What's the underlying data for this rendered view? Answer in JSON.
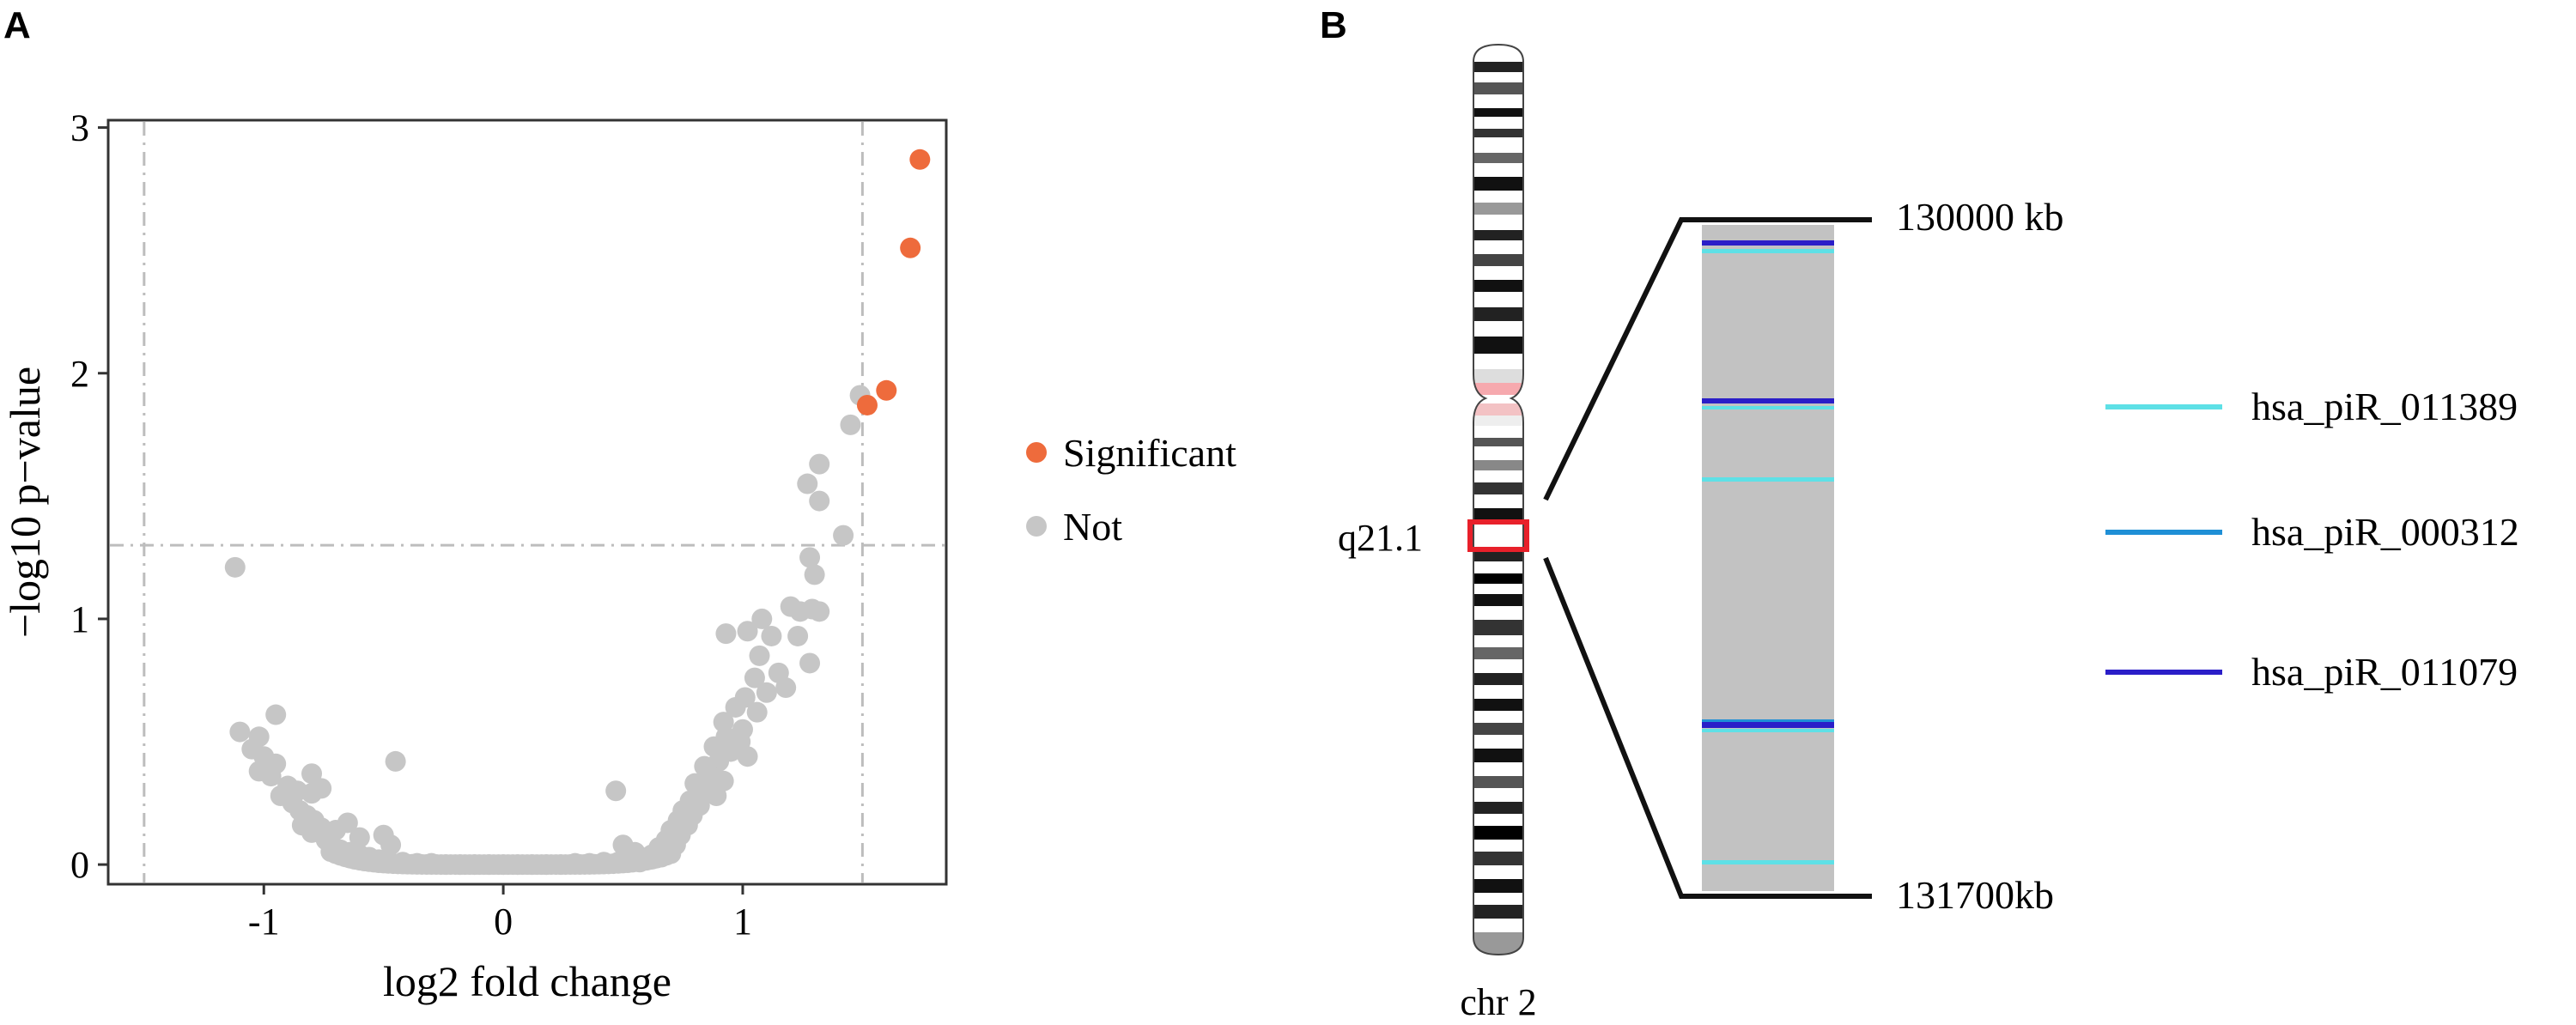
{
  "panel_a": {
    "letter": "A",
    "legend": {
      "significant": {
        "label": "Significant",
        "color": "#ee6b3c"
      },
      "not": {
        "label": "Not",
        "color": "#c6c6c6"
      }
    }
  },
  "panel_b": {
    "letter": "B",
    "band_label": "q21.1",
    "chromosome_label": "chr 2",
    "top_coord": "130000 kb",
    "bottom_coord": "131700kb",
    "legend": [
      {
        "label": "hsa_piR_011389",
        "color": "#5ee0e6"
      },
      {
        "label": "hsa_piR_000312",
        "color": "#1f8fd6"
      },
      {
        "label": "hsa_piR_011079",
        "color": "#2a1ec8"
      }
    ]
  },
  "chart_data": [
    {
      "type": "scatter",
      "title": "",
      "xlabel": "log2 fold change",
      "ylabel": "−log10 p−value",
      "xlim": [
        -1.65,
        1.85
      ],
      "ylim": [
        -0.08,
        3.03
      ],
      "xticks": [
        {
          "v": -1,
          "label": "-1"
        },
        {
          "v": 0,
          "label": "0"
        },
        {
          "v": 1,
          "label": "1"
        }
      ],
      "yticks": [
        {
          "v": 0,
          "label": "0"
        },
        {
          "v": 1,
          "label": "1"
        },
        {
          "v": 2,
          "label": "2"
        },
        {
          "v": 3,
          "label": "3"
        }
      ],
      "threshold_lines": {
        "x": [
          -1.5,
          1.5
        ],
        "y": [
          1.3
        ]
      },
      "grid": false,
      "legend_position": "right",
      "series": [
        {
          "name": "Significant",
          "color": "#ee6b3c",
          "points": [
            [
              1.74,
              2.87
            ],
            [
              1.7,
              2.51
            ],
            [
              1.6,
              1.93
            ],
            [
              1.52,
              1.87
            ]
          ]
        },
        {
          "name": "Not",
          "color": "#c6c6c6",
          "points": [
            [
              1.49,
              1.91
            ],
            [
              1.45,
              1.79
            ],
            [
              1.32,
              1.63
            ],
            [
              1.27,
              1.55
            ],
            [
              1.32,
              1.48
            ],
            [
              1.42,
              1.34
            ],
            [
              1.28,
              1.25
            ],
            [
              1.3,
              1.18
            ],
            [
              1.2,
              1.05
            ],
            [
              1.29,
              1.04
            ],
            [
              1.24,
              1.03
            ],
            [
              1.32,
              1.03
            ],
            [
              1.08,
              1.0
            ],
            [
              1.02,
              0.95
            ],
            [
              1.12,
              0.93
            ],
            [
              0.93,
              0.94
            ],
            [
              1.23,
              0.93
            ],
            [
              1.07,
              0.85
            ],
            [
              1.28,
              0.82
            ],
            [
              1.15,
              0.78
            ],
            [
              1.05,
              0.76
            ],
            [
              1.18,
              0.72
            ],
            [
              1.1,
              0.7
            ],
            [
              1.01,
              0.68
            ],
            [
              0.97,
              0.64
            ],
            [
              1.06,
              0.62
            ],
            [
              0.92,
              0.58
            ],
            [
              1.0,
              0.55
            ],
            [
              0.93,
              0.52
            ],
            [
              0.99,
              0.5
            ],
            [
              0.88,
              0.48
            ],
            [
              0.95,
              0.46
            ],
            [
              1.02,
              0.44
            ],
            [
              0.9,
              0.42
            ],
            [
              0.84,
              0.4
            ],
            [
              0.87,
              0.36
            ],
            [
              0.92,
              0.34
            ],
            [
              0.8,
              0.33
            ],
            [
              0.84,
              0.3
            ],
            [
              0.89,
              0.28
            ],
            [
              0.78,
              0.26
            ],
            [
              0.82,
              0.24
            ],
            [
              0.75,
              0.22
            ],
            [
              0.79,
              0.2
            ],
            [
              0.73,
              0.18
            ],
            [
              0.77,
              0.16
            ],
            [
              0.7,
              0.14
            ],
            [
              0.74,
              0.12
            ],
            [
              0.68,
              0.1
            ],
            [
              0.72,
              0.08
            ],
            [
              0.65,
              0.07
            ],
            [
              0.69,
              0.05
            ],
            [
              0.62,
              0.04
            ],
            [
              0.66,
              0.03
            ],
            [
              0.6,
              0.02
            ],
            [
              0.57,
              0.01
            ],
            [
              0.5,
              0.08
            ],
            [
              0.47,
              0.3
            ],
            [
              0.55,
              0.05
            ],
            [
              -0.45,
              0.42
            ],
            [
              -1.12,
              1.21
            ],
            [
              -1.1,
              0.54
            ],
            [
              -1.02,
              0.52
            ],
            [
              -0.95,
              0.61
            ],
            [
              -1.05,
              0.47
            ],
            [
              -1.0,
              0.44
            ],
            [
              -0.95,
              0.41
            ],
            [
              -1.02,
              0.38
            ],
            [
              -0.97,
              0.36
            ],
            [
              -0.9,
              0.32
            ],
            [
              -0.86,
              0.3
            ],
            [
              -0.8,
              0.29
            ],
            [
              -0.76,
              0.31
            ],
            [
              -0.8,
              0.37
            ],
            [
              -0.93,
              0.28
            ],
            [
              -0.88,
              0.25
            ],
            [
              -0.85,
              0.22
            ],
            [
              -0.82,
              0.2
            ],
            [
              -0.79,
              0.18
            ],
            [
              -0.84,
              0.16
            ],
            [
              -0.76,
              0.15
            ],
            [
              -0.8,
              0.13
            ],
            [
              -0.7,
              0.14
            ],
            [
              -0.65,
              0.17
            ],
            [
              -0.6,
              0.11
            ],
            [
              -0.5,
              0.12
            ],
            [
              -0.47,
              0.08
            ],
            [
              -0.74,
              0.1
            ],
            [
              -0.72,
              0.08
            ],
            [
              -0.68,
              0.06
            ],
            [
              -0.64,
              0.05
            ],
            [
              -0.6,
              0.04
            ],
            [
              -0.56,
              0.03
            ],
            [
              -0.52,
              0.02
            ],
            [
              -0.48,
              0.01
            ],
            [
              -0.42,
              0.01
            ],
            [
              -0.36,
              0.005
            ],
            [
              -0.3,
              0.005
            ],
            [
              -0.24,
              0.0
            ],
            [
              -0.18,
              0.0
            ],
            [
              -0.12,
              0.0
            ],
            [
              -0.06,
              0.0
            ],
            [
              0.0,
              0.0
            ],
            [
              0.06,
              0.0
            ],
            [
              0.12,
              0.0
            ],
            [
              0.18,
              0.0
            ],
            [
              0.24,
              0.0
            ],
            [
              0.3,
              0.005
            ],
            [
              0.36,
              0.005
            ],
            [
              0.42,
              0.01
            ],
            [
              0.48,
              0.01
            ],
            [
              0.52,
              0.02
            ],
            [
              0.56,
              0.03
            ]
          ]
        }
      ]
    }
  ]
}
